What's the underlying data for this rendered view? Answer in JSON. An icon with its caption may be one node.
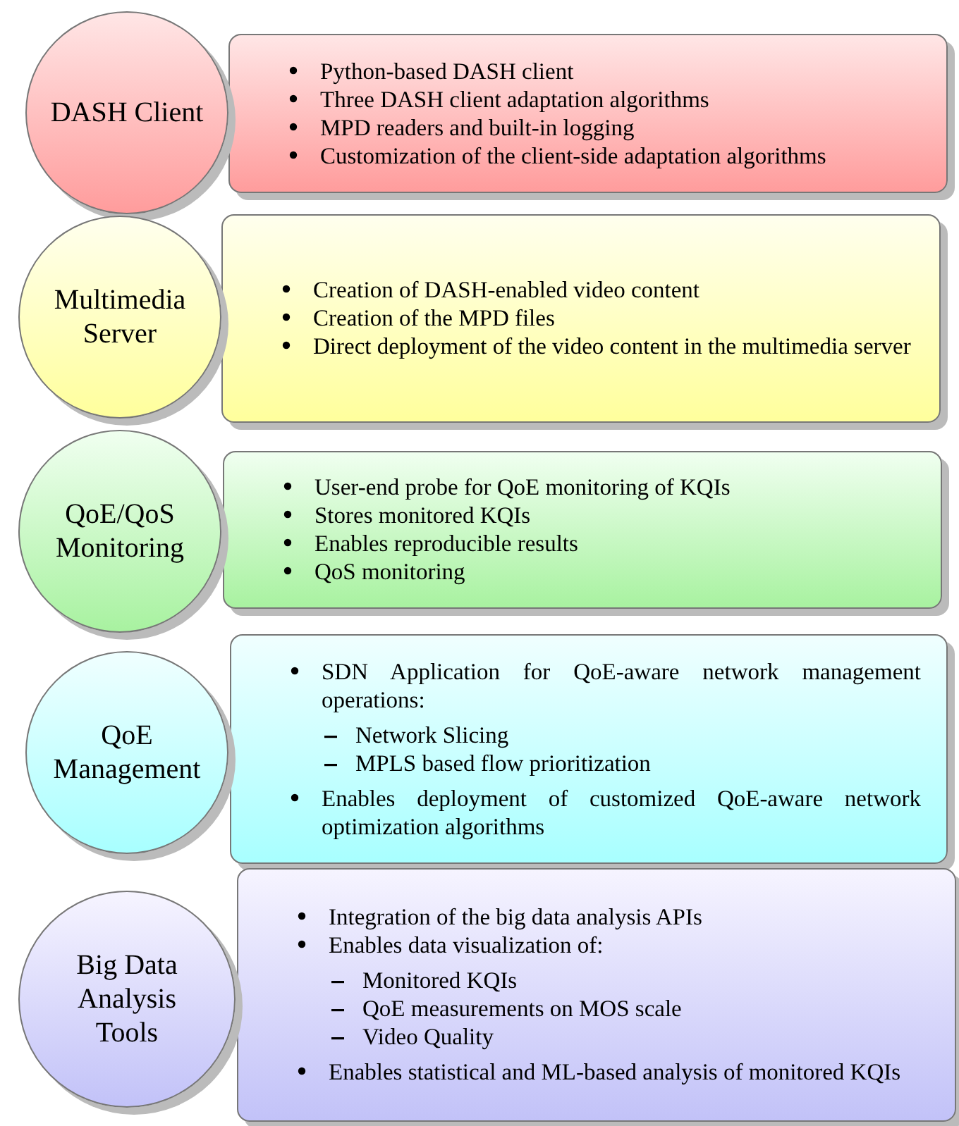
{
  "diagram": {
    "nodes": [
      {
        "text": [
          "DASH Client"
        ]
      },
      {
        "text": [
          "Python-based DASH client",
          "Three DASH client adaptation algorithms",
          "MPD readers and built-in logging",
          "Customization of the client-side adaptation algorithms"
        ]
      },
      {
        "text": [
          "Multimedia Server"
        ]
      },
      {
        "text": [
          "Creation of DASH-enabled video content",
          "Creation of the MPD files",
          "Direct deployment of the video content in the multimedia server"
        ]
      },
      {
        "text": [
          "QoE/QoS Monitoring"
        ]
      },
      {
        "text": [
          "User-end probe for QoE monitoring of KQIs",
          "Stores monitored KQIs",
          "Enables reproducible results",
          "QoS monitoring"
        ]
      },
      {
        "text": [
          "QoE Management"
        ]
      },
      {
        "text": [
          "SDN Application for QoE-aware network management operations:",
          "Network Slicing",
          "MPLS based flow prioritization",
          "Enables deployment of customized QoE-aware network optimization algorithms"
        ]
      },
      {
        "text": [
          "Big Data Analysis Tools"
        ]
      },
      {
        "text": [
          "Integration of the big data analysis APIs",
          "Enables data visualization of:",
          "Monitored KQIs",
          "QoE measurements on MOS scale",
          "Video Quality",
          "Enables statistical and ML-based analysis of monitored KQIs"
        ]
      }
    ],
    "edges": []
  }
}
